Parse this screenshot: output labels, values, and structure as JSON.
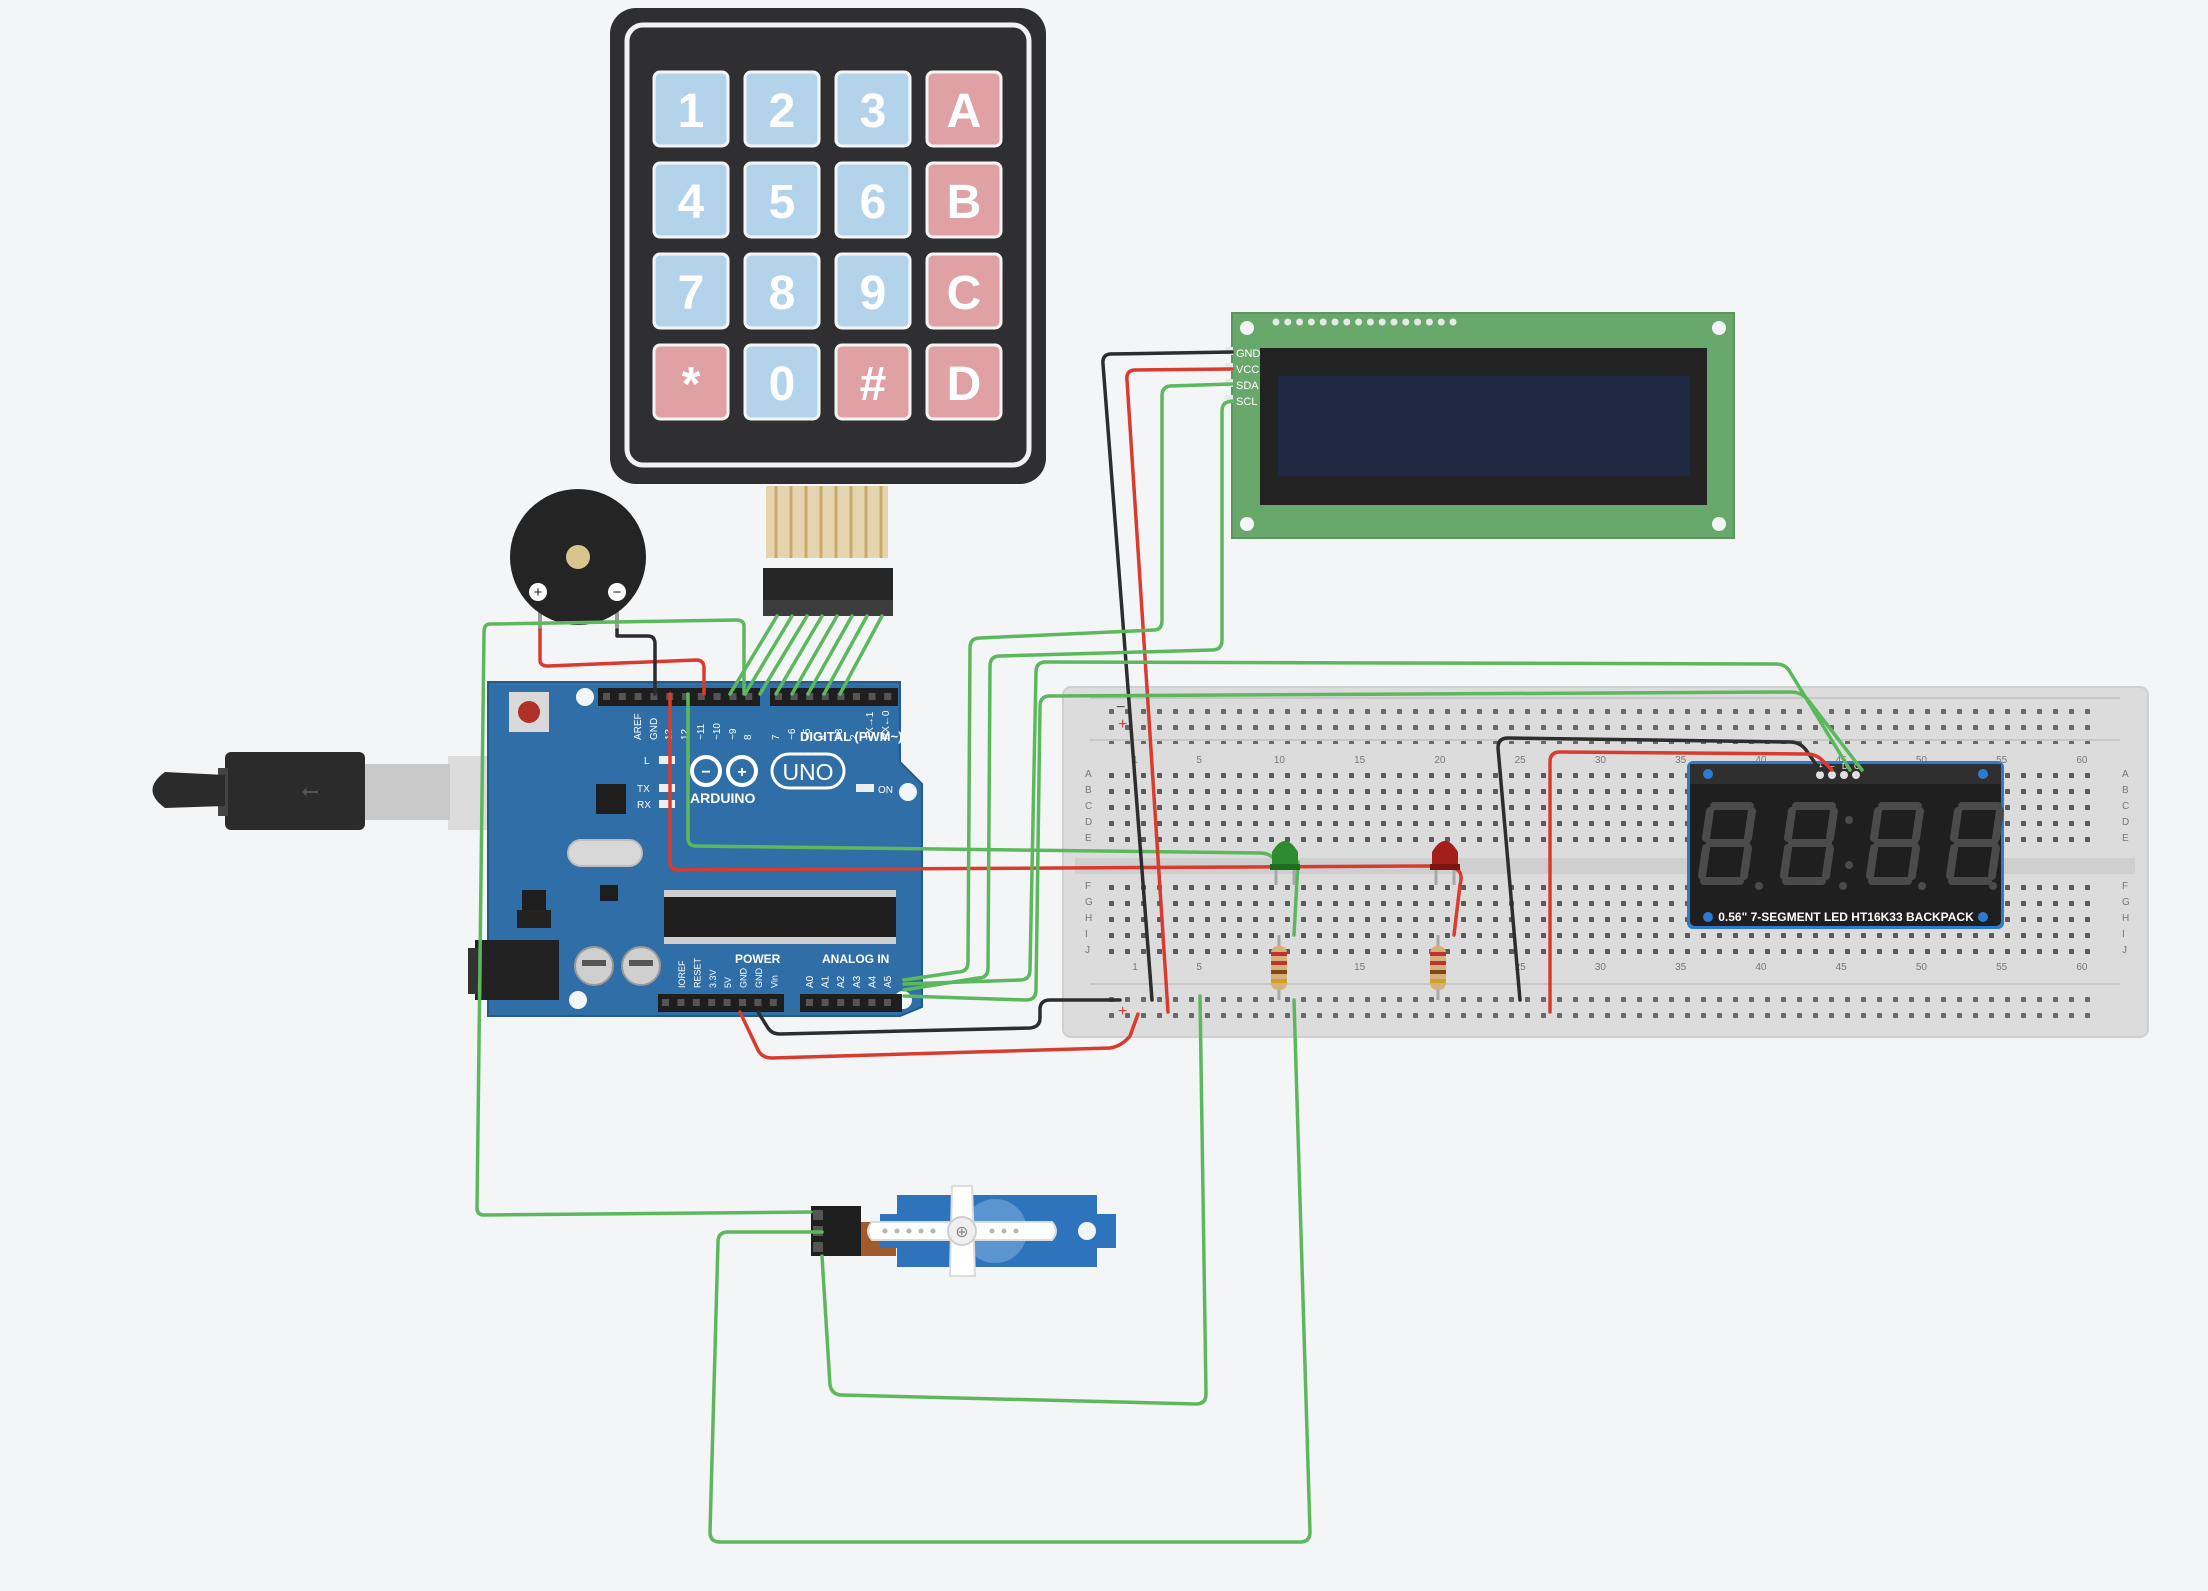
{
  "keypad": {
    "keys": [
      [
        "1",
        "2",
        "3",
        "A"
      ],
      [
        "4",
        "5",
        "6",
        "B"
      ],
      [
        "7",
        "8",
        "9",
        "C"
      ],
      [
        "*",
        "0",
        "#",
        "D"
      ]
    ]
  },
  "lcd": {
    "pins": [
      "GND",
      "VCC",
      "SDA",
      "SCL"
    ]
  },
  "arduino": {
    "logo_text": "ARDUINO",
    "model": "UNO",
    "digital_label": "DIGITAL (PWM~)",
    "power_label": "POWER",
    "analog_label": "ANALOG IN",
    "on_label": "ON",
    "tx_label": "TX",
    "rx_label": "RX",
    "l_label": "L",
    "top_pins": [
      "AREF",
      "GND",
      "13",
      "12",
      "~11",
      "~10",
      "~9",
      "8",
      "7",
      "~6",
      "~5",
      "4",
      "~3",
      "2",
      "TX→1",
      "RX←0"
    ],
    "power_pins": [
      "IOREF",
      "RESET",
      "3.3V",
      "5V",
      "GND",
      "GND",
      "Vin"
    ],
    "analog_pins": [
      "A0",
      "A1",
      "A2",
      "A3",
      "A4",
      "A5"
    ]
  },
  "breadboard": {
    "column_numbers": [
      "1",
      "5",
      "10",
      "15",
      "20",
      "25",
      "30",
      "35",
      "40",
      "45",
      "50",
      "55",
      "60"
    ],
    "row_letters_top": [
      "A",
      "B",
      "C",
      "D",
      "E"
    ],
    "row_letters_bottom": [
      "F",
      "G",
      "H",
      "I",
      "J"
    ],
    "rail_plus": "+",
    "rail_minus": "−"
  },
  "seven_segment": {
    "label": "0.56\" 7-SEGMENT LED HT16K33 BACKPACK",
    "pin_labels": [
      "+",
      "−",
      "D",
      "C"
    ]
  },
  "buzzer": {
    "plus": "+",
    "minus": "−"
  },
  "colors": {
    "wire_green": "#5cb85c",
    "wire_red": "#d93b2f",
    "wire_black": "#2d2d2d",
    "board_blue": "#2f6ea7",
    "lcd_green": "#68a86b",
    "lcd_screen": "#1e2a44",
    "key_blue": "#b3d3ea",
    "key_red": "#e0a1a4",
    "servo_blue": "#2e74bd",
    "led_green": "#2e8c2e",
    "led_red": "#a3201a"
  }
}
